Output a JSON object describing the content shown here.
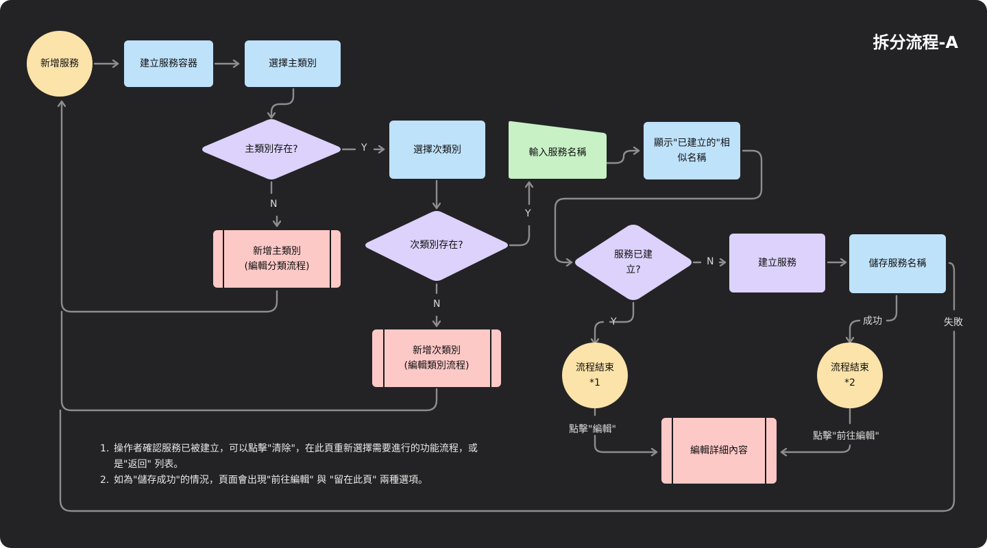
{
  "title": "拆分流程-A",
  "nodes": {
    "start": "新增服務",
    "create_container": "建立服務容器",
    "select_main": "選擇主類別",
    "main_exists": "主類別存在?",
    "add_main_l1": "新增主類別",
    "add_main_l2": "(編輯分類流程)",
    "select_sub": "選擇次類別",
    "sub_exists": "次類別存在?",
    "add_sub_l1": "新增次類別",
    "add_sub_l2": "(編輯類別流程)",
    "input_name": "輸入服務名稱",
    "show_similar_l1": "顯示\"已建立的\"相",
    "show_similar_l2": "似名稱",
    "service_exists_l1": "服務已建",
    "service_exists_l2": "立?",
    "create_service": "建立服務",
    "save_name": "儲存服務名稱",
    "end1_l1": "流程結束",
    "end1_l2": "*1",
    "end2_l1": "流程結束",
    "end2_l2": "*2",
    "edit_detail": "編輯詳細內容"
  },
  "edge_labels": {
    "y1": "Y",
    "n1": "N",
    "y2": "Y",
    "n2": "N",
    "n3": "N",
    "y3": "Y",
    "success": "成功",
    "fail": "失敗",
    "click_edit": "點擊\"編輯\"",
    "click_goto_edit": "點擊\"前往編輯\""
  },
  "notes": [
    {
      "num": "1.",
      "line1": "操作者確認服務已被建立，可以點擊\"清除\"，在此頁重新選擇需要進行的功能流程，或",
      "line2": "是\"返回\" 列表。"
    },
    {
      "num": "2.",
      "line1": "如為\"儲存成功\"的情況，頁面會出現\"前往編輯\" 與 \"留在此頁\" 兩種選項。",
      "line2": ""
    }
  ],
  "colors": {
    "background": "#232325",
    "connector": "#8e8e8e",
    "blue": "#bfe2fb",
    "purple": "#dcd2fb",
    "pink": "#fcc9c7",
    "yellow": "#fbe3a9",
    "green": "#c8f1c6"
  }
}
